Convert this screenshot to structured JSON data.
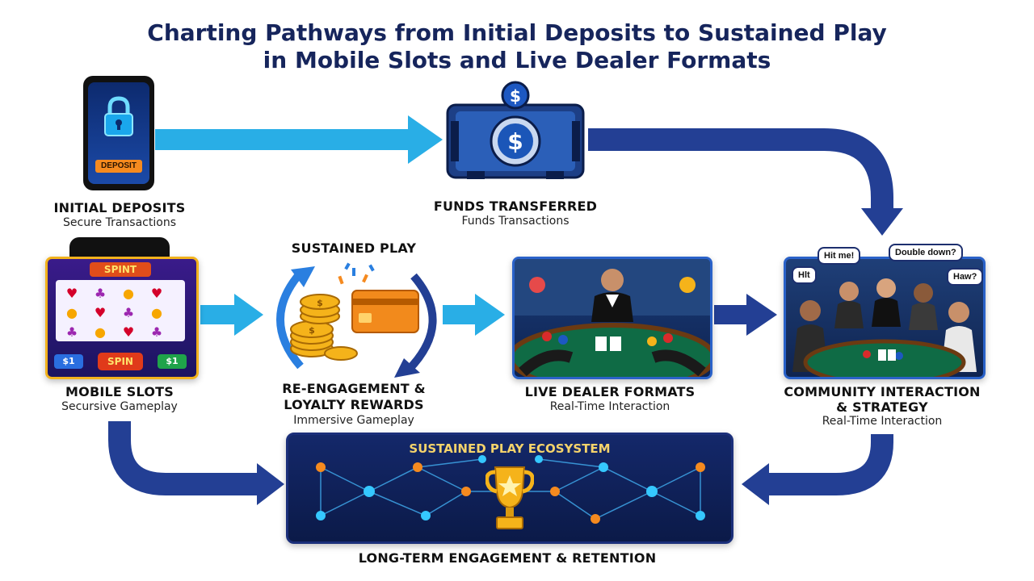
{
  "title": {
    "line1": "Charting Pathways from Initial Deposits to Sustained Play",
    "line2": "in Mobile Slots and Live Dealer Formats"
  },
  "nodes": {
    "initial_deposits": {
      "label": "INITIAL DEPOSITS",
      "sub": "Secure Transactions",
      "button": "DEPOSIT"
    },
    "funds_transferred": {
      "label": "FUNDS TRANSFERRED",
      "sub": "Funds Transactions"
    },
    "mobile_slots": {
      "label": "MOBILE SLOTS",
      "sub": "Secursive Gameplay",
      "marquee": "SPINT",
      "spin": "SPIN",
      "left_btn": "$1",
      "right_btn": "$1"
    },
    "sustained_play": {
      "header": "SUSTAINED PLAY",
      "label_line1": "RE-ENGAGEMENT &",
      "label_line2": "LOYALTY REWARDS",
      "sub": "Immersive Gameplay"
    },
    "live_dealer": {
      "label": "LIVE DEALER FORMATS",
      "sub": "Real-Time Interaction"
    },
    "community": {
      "label_line1": "COMMUNITY INTERACTION",
      "label_line2": "& STRATEGY",
      "sub": "Real-Time Interaction",
      "bubbles": [
        "Hit me!",
        "Double down?",
        "Hlt",
        "Haw?"
      ]
    },
    "ecosystem": {
      "header": "SUSTAINED PLAY ECOSYSTEM",
      "footer": "LONG-TERM ENGAGEMENT & RETENTION"
    }
  },
  "colors": {
    "title": "#16255c",
    "arrow_light": "#29aee6",
    "arrow_dark": "#233f94",
    "panel_border": "#2a62c9"
  },
  "icons": [
    "lock-icon",
    "dollar-safe-icon",
    "coins-icon",
    "credit-card-icon",
    "trophy-icon",
    "network-icon"
  ]
}
